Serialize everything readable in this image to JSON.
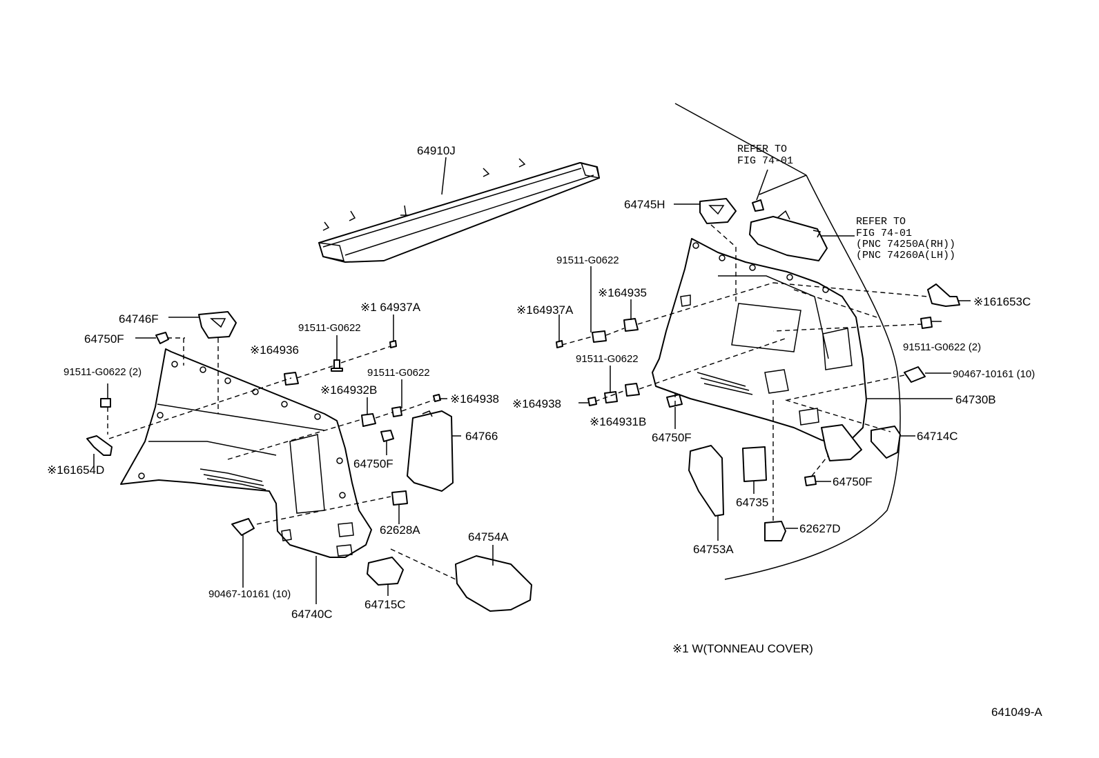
{
  "labels": {
    "l64910J": "64910J",
    "l64746F": "64746F",
    "l64750F_a": "64750F",
    "l164937A_a": "※1 64937A",
    "l91511_a": "91511-G0622",
    "l164936": "※164936",
    "l91511_2a": "91511-G0622 (2)",
    "l164932B": "※164932B",
    "l91511_b": "91511-G0622",
    "l164938_a": "※164938",
    "l64766": "64766",
    "l64750F_b": "64750F",
    "l161654D": "※161654D",
    "l62628A": "62628A",
    "l64754A": "64754A",
    "l90467_a": "90467-10161 (10)",
    "l64740C": "64740C",
    "l64715C": "64715C",
    "refer1_line1": "REFER TO",
    "refer1_line2": "FIG 74-01",
    "l64745H": "64745H",
    "refer2_line1": "REFER TO",
    "refer2_line2": "FIG 74-01",
    "refer2_line3": "(PNC 74250A(RH))",
    "refer2_line4": "(PNC 74260A(LH))",
    "l91511_c": "91511-G0622",
    "l164935": "※164935",
    "l164937A_b": "※164937A",
    "l161653C": "※161653C",
    "l91511_2b": "91511-G0622 (2)",
    "l91511_d": "91511-G0622",
    "l90467_b": "90467-10161 (10)",
    "l164938_b": "※164938",
    "l164931B": "※164931B",
    "l64730B": "64730B",
    "l64750F_c": "64750F",
    "l64714C": "64714C",
    "l64735": "64735",
    "l64750F_d": "64750F",
    "l62627D": "62627D",
    "l64753A": "64753A",
    "note": "※1 W(TONNEAU COVER)",
    "figure_id": "641049-A"
  }
}
